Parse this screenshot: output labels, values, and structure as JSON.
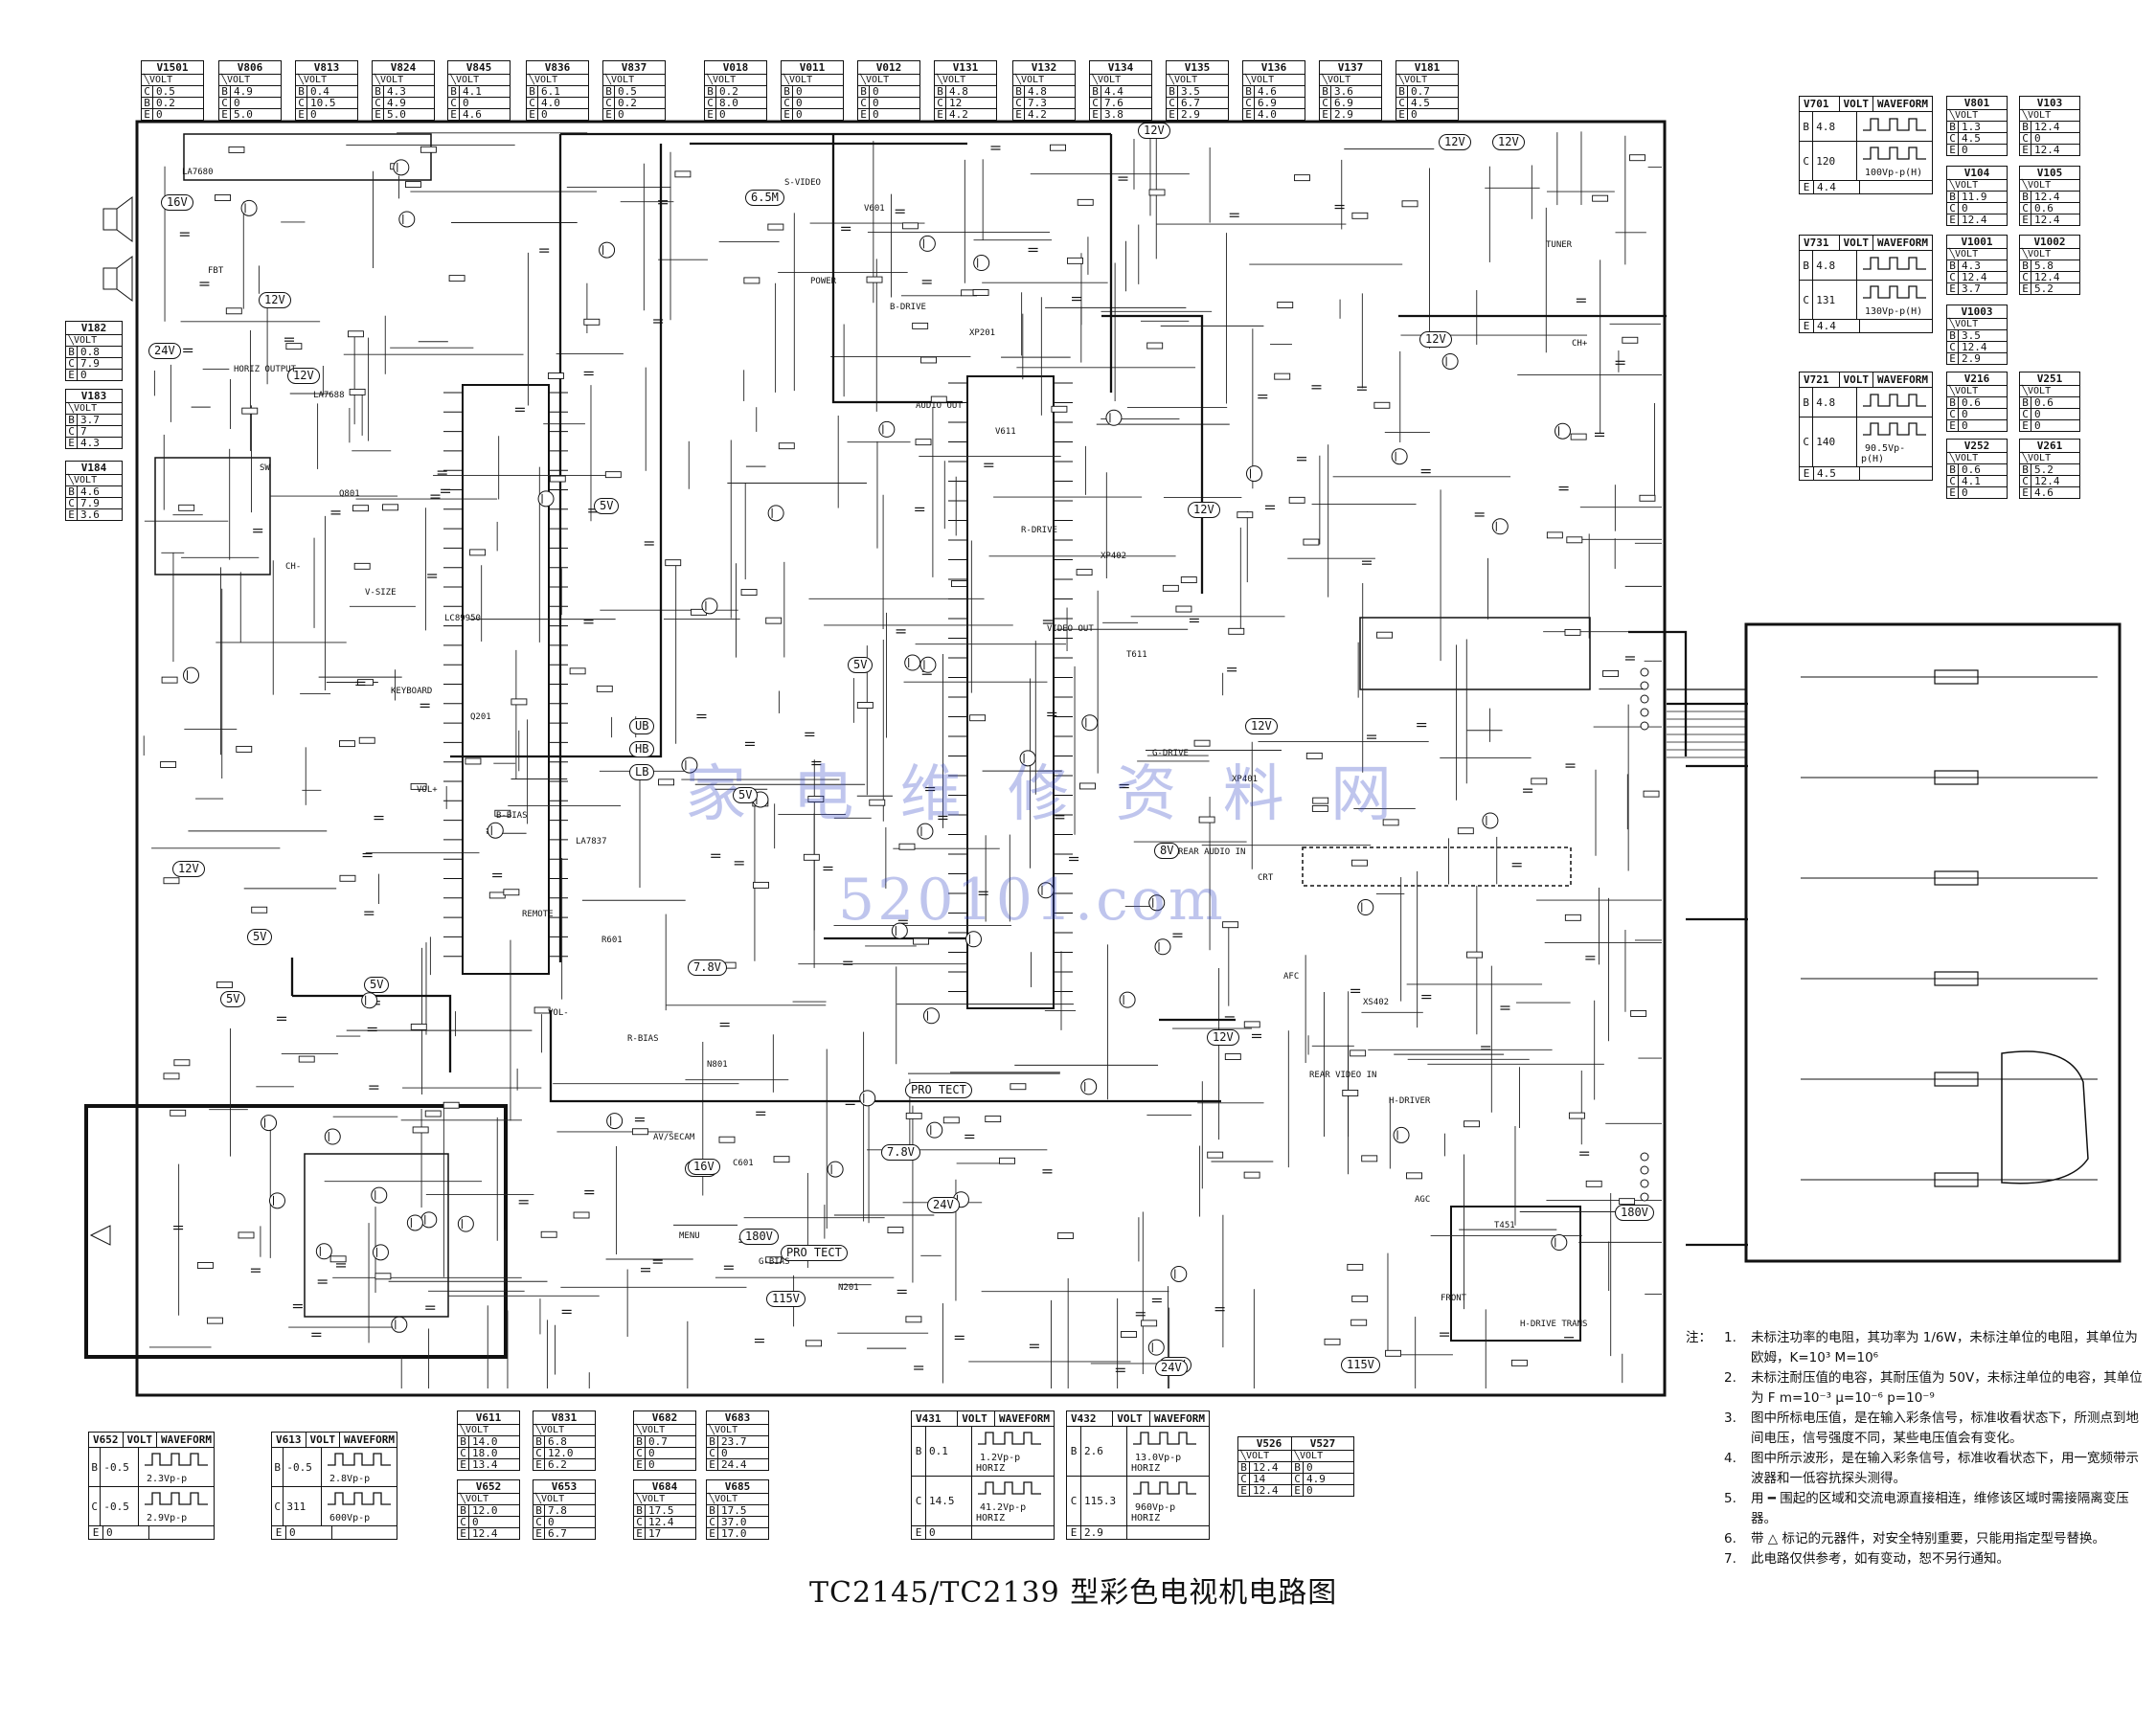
{
  "title": "TC2145/TC2139 型彩色电视机电路图",
  "watermark": {
    "cn": "家 电 维 修 资 料 网",
    "url": "520101.com"
  },
  "notes": {
    "prefix": "注：",
    "items": [
      {
        "num": "1.",
        "text": "未标注功率的电阻，其功率为 1/6W，未标注单位的电阻，其单位为欧姆，K=10³     M=10⁶"
      },
      {
        "num": "2.",
        "text": "未标注耐压值的电容，其耐压值为 50V，未标注单位的电容，其单位为 F   m=10⁻³    μ=10⁻⁶    p=10⁻⁹"
      },
      {
        "num": "3.",
        "text": "图中所标电压值，是在输入彩条信号，标准收看状态下，所测点到地间电压，信号强度不同，某些电压值会有变化。"
      },
      {
        "num": "4.",
        "text": "图中所示波形，是在输入彩条信号，标准收看状态下，用一宽频带示波器和一低容抗探头测得。"
      },
      {
        "num": "5.",
        "text": "用 ━ 围起的区域和交流电源直接相连，维修该区域时需接隔离变压器。"
      },
      {
        "num": "6.",
        "text": "带 △ 标记的元器件，对安全特别重要，只能用指定型号替换。"
      },
      {
        "num": "7.",
        "text": "此电路仅供参考，如有变动，恕不另行通知。"
      }
    ]
  },
  "voltage_tables_top": [
    {
      "id": "V1501",
      "rows": [
        [
          "C",
          "0.5"
        ],
        [
          "B",
          "0.2"
        ],
        [
          "E",
          "0"
        ]
      ]
    },
    {
      "id": "V806",
      "rows": [
        [
          "B",
          "4.9"
        ],
        [
          "C",
          "0"
        ],
        [
          "E",
          "5.0"
        ]
      ]
    },
    {
      "id": "V813",
      "rows": [
        [
          "B",
          "0.4"
        ],
        [
          "C",
          "10.5"
        ],
        [
          "E",
          "0"
        ]
      ]
    },
    {
      "id": "V824",
      "rows": [
        [
          "B",
          "4.3"
        ],
        [
          "C",
          "4.9"
        ],
        [
          "E",
          "5.0"
        ]
      ]
    },
    {
      "id": "V845",
      "rows": [
        [
          "B",
          "4.1"
        ],
        [
          "C",
          "0"
        ],
        [
          "E",
          "4.6"
        ]
      ]
    },
    {
      "id": "V836",
      "rows": [
        [
          "B",
          "6.1"
        ],
        [
          "C",
          "4.0"
        ],
        [
          "E",
          "0"
        ]
      ]
    },
    {
      "id": "V837",
      "rows": [
        [
          "B",
          "0.5"
        ],
        [
          "C",
          "0.2"
        ],
        [
          "E",
          "0"
        ]
      ]
    },
    {
      "id": "V018",
      "rows": [
        [
          "B",
          "0.2"
        ],
        [
          "C",
          "8.0"
        ],
        [
          "E",
          "0"
        ]
      ]
    },
    {
      "id": "V011",
      "rows": [
        [
          "B",
          "0"
        ],
        [
          "C",
          "0"
        ],
        [
          "E",
          "0"
        ]
      ]
    },
    {
      "id": "V012",
      "rows": [
        [
          "B",
          "0"
        ],
        [
          "C",
          "0"
        ],
        [
          "E",
          "0"
        ]
      ]
    },
    {
      "id": "V131",
      "rows": [
        [
          "B",
          "4.8"
        ],
        [
          "C",
          "12"
        ],
        [
          "E",
          "4.2"
        ]
      ]
    },
    {
      "id": "V132",
      "rows": [
        [
          "B",
          "4.8"
        ],
        [
          "C",
          "7.3"
        ],
        [
          "E",
          "4.2"
        ]
      ]
    },
    {
      "id": "V134",
      "rows": [
        [
          "B",
          "4.4"
        ],
        [
          "C",
          "7.6"
        ],
        [
          "E",
          "3.8"
        ]
      ]
    },
    {
      "id": "V135",
      "rows": [
        [
          "B",
          "3.5"
        ],
        [
          "C",
          "6.7"
        ],
        [
          "E",
          "2.9"
        ]
      ]
    },
    {
      "id": "V136",
      "rows": [
        [
          "B",
          "4.6"
        ],
        [
          "C",
          "6.9"
        ],
        [
          "E",
          "4.0"
        ]
      ]
    },
    {
      "id": "V137",
      "rows": [
        [
          "B",
          "3.6"
        ],
        [
          "C",
          "6.9"
        ],
        [
          "E",
          "2.9"
        ]
      ]
    },
    {
      "id": "V181",
      "rows": [
        [
          "B",
          "0.7"
        ],
        [
          "C",
          "4.5"
        ],
        [
          "E",
          "0"
        ]
      ]
    }
  ],
  "voltage_tables_left": [
    {
      "id": "V182",
      "rows": [
        [
          "B",
          "0.8"
        ],
        [
          "C",
          "7.9"
        ],
        [
          "E",
          "0"
        ]
      ]
    },
    {
      "id": "V183",
      "rows": [
        [
          "B",
          "3.7"
        ],
        [
          "C",
          "7"
        ],
        [
          "E",
          "4.3"
        ]
      ]
    },
    {
      "id": "V184",
      "rows": [
        [
          "B",
          "4.6"
        ],
        [
          "C",
          "7.9"
        ],
        [
          "E",
          "3.6"
        ]
      ]
    }
  ],
  "voltage_tables_right": [
    {
      "id": "V801",
      "rows": [
        [
          "B",
          "1.3"
        ],
        [
          "C",
          "4.5"
        ],
        [
          "E",
          "0"
        ]
      ]
    },
    {
      "id": "V103",
      "rows": [
        [
          "B",
          "12.4"
        ],
        [
          "C",
          "0"
        ],
        [
          "E",
          "12.4"
        ]
      ]
    },
    {
      "id": "V104",
      "rows": [
        [
          "B",
          "11.9"
        ],
        [
          "C",
          "0"
        ],
        [
          "E",
          "12.4"
        ]
      ]
    },
    {
      "id": "V105",
      "rows": [
        [
          "B",
          "12.4"
        ],
        [
          "C",
          "0.6"
        ],
        [
          "E",
          "12.4"
        ]
      ]
    },
    {
      "id": "V1001",
      "rows": [
        [
          "B",
          "4.3"
        ],
        [
          "C",
          "12.4"
        ],
        [
          "E",
          "3.7"
        ]
      ]
    },
    {
      "id": "V1002",
      "rows": [
        [
          "B",
          "5.8"
        ],
        [
          "C",
          "12.4"
        ],
        [
          "E",
          "5.2"
        ]
      ]
    },
    {
      "id": "V1003",
      "rows": [
        [
          "B",
          "3.5"
        ],
        [
          "C",
          "12.4"
        ],
        [
          "E",
          "2.9"
        ]
      ]
    },
    {
      "id": "V216",
      "rows": [
        [
          "B",
          "0.6"
        ],
        [
          "C",
          "0"
        ],
        [
          "E",
          "0"
        ]
      ]
    },
    {
      "id": "V251",
      "rows": [
        [
          "B",
          "0.6"
        ],
        [
          "C",
          "0"
        ],
        [
          "E",
          "0"
        ]
      ]
    },
    {
      "id": "V252",
      "rows": [
        [
          "B",
          "0.6"
        ],
        [
          "C",
          "4.1"
        ],
        [
          "E",
          "0"
        ]
      ]
    },
    {
      "id": "V261",
      "rows": [
        [
          "B",
          "5.2"
        ],
        [
          "C",
          "12.4"
        ],
        [
          "E",
          "4.6"
        ]
      ]
    }
  ],
  "voltage_tables_bottom": [
    {
      "id": "V611",
      "rows": [
        [
          "B",
          "14.0"
        ],
        [
          "C",
          "18.0"
        ],
        [
          "E",
          "13.4"
        ]
      ]
    },
    {
      "id": "V831",
      "rows": [
        [
          "B",
          "6.8"
        ],
        [
          "C",
          "12.0"
        ],
        [
          "E",
          "6.2"
        ]
      ]
    },
    {
      "id": "V652",
      "rows": [
        [
          "B",
          "12.0"
        ],
        [
          "C",
          "0"
        ],
        [
          "E",
          "12.4"
        ]
      ]
    },
    {
      "id": "V653",
      "rows": [
        [
          "B",
          "7.8"
        ],
        [
          "C",
          "0"
        ],
        [
          "E",
          "6.7"
        ]
      ]
    },
    {
      "id": "V682",
      "rows": [
        [
          "B",
          "0.7"
        ],
        [
          "C",
          "0"
        ],
        [
          "E",
          "0"
        ]
      ]
    },
    {
      "id": "V683",
      "rows": [
        [
          "B",
          "23.7"
        ],
        [
          "C",
          "0"
        ],
        [
          "E",
          "24.4"
        ]
      ]
    },
    {
      "id": "V684",
      "rows": [
        [
          "B",
          "17.5"
        ],
        [
          "C",
          "12.4"
        ],
        [
          "E",
          "17"
        ]
      ]
    },
    {
      "id": "V685",
      "rows": [
        [
          "B",
          "17.5"
        ],
        [
          "C",
          "37.0"
        ],
        [
          "E",
          "17.0"
        ]
      ]
    },
    {
      "id": "V526",
      "rows": [
        [
          "B",
          "12.4"
        ],
        [
          "C",
          "14"
        ],
        [
          "E",
          "12.4"
        ]
      ]
    },
    {
      "id": "V527",
      "rows": [
        [
          "B",
          "0"
        ],
        [
          "C",
          "4.9"
        ],
        [
          "E",
          "0"
        ]
      ]
    }
  ],
  "waveform_tables": [
    {
      "id": "V701",
      "rows": [
        [
          "B",
          "4.8",
          ""
        ],
        [
          "C",
          "120",
          "100Vp-p(H)"
        ],
        [
          "E",
          "4.4",
          ""
        ]
      ]
    },
    {
      "id": "V731",
      "rows": [
        [
          "B",
          "4.8",
          ""
        ],
        [
          "C",
          "131",
          "130Vp-p(H)"
        ],
        [
          "E",
          "4.4",
          ""
        ]
      ]
    },
    {
      "id": "V721",
      "rows": [
        [
          "B",
          "4.8",
          ""
        ],
        [
          "C",
          "140",
          "90.5Vp-p(H)"
        ],
        [
          "E",
          "4.5",
          ""
        ]
      ]
    },
    {
      "id": "V652",
      "rows": [
        [
          "B",
          "-0.5",
          "2.3Vp-p"
        ],
        [
          "C",
          "-0.5",
          "2.9Vp-p"
        ],
        [
          "E",
          "0",
          ""
        ]
      ]
    },
    {
      "id": "V613",
      "rows": [
        [
          "B",
          "-0.5",
          "2.8Vp-p"
        ],
        [
          "C",
          "311",
          "600Vp-p"
        ],
        [
          "E",
          "0",
          ""
        ]
      ]
    },
    {
      "id": "V431",
      "rows": [
        [
          "B",
          "0.1",
          "1.2Vp-p HORIZ"
        ],
        [
          "C",
          "14.5",
          "41.2Vp-p HORIZ"
        ],
        [
          "E",
          "0",
          ""
        ]
      ]
    },
    {
      "id": "V432",
      "rows": [
        [
          "B",
          "2.6",
          "13.0Vp-p HORIZ"
        ],
        [
          "C",
          "115.3",
          "960Vp-p HORIZ"
        ],
        [
          "E",
          "2.9",
          ""
        ]
      ]
    }
  ],
  "waveform_header": {
    "volt": "VOLT",
    "wave": "WAVEFORM"
  },
  "rails": [
    "16V",
    "12V",
    "24V",
    "12V",
    "12V",
    "5V",
    "5V",
    "12V",
    "6.5M",
    "16V",
    "12V",
    "12V",
    "12V",
    "12V",
    "5V",
    "5V",
    "7.8V",
    "5V",
    "UB",
    "HB",
    "LB",
    "5V",
    "12V",
    "7.8V",
    "16V",
    "24V",
    "180V",
    "115V",
    "115V",
    "24V",
    "180V",
    "PRO TECT",
    "PRO TECT",
    "12V",
    "8V",
    "24V"
  ],
  "part_labels": [
    "LA7680",
    "LA7688",
    "LC89950",
    "LA7837",
    "N801",
    "N201",
    "XP201",
    "XP402",
    "XP401",
    "XS402",
    "T451",
    "FBT",
    "Q801",
    "Q201",
    "R601",
    "C601",
    "V601",
    "V611",
    "T611",
    "CRT",
    "H-DRIVER",
    "H-DRIVE TRANS",
    "HORIZ OUTPUT",
    "V-SIZE",
    "B-BIAS",
    "R-BIAS",
    "G-BIAS",
    "B-DRIVE",
    "R-DRIVE",
    "G-DRIVE",
    "AFC",
    "AGC",
    "TUNER",
    "SW",
    "KEYBOARD",
    "REMOTE",
    "AV/SECAM",
    "S-VIDEO",
    "AUDIO OUT",
    "VIDEO OUT",
    "REAR AUDIO IN",
    "REAR VIDEO IN",
    "FRONT",
    "CH+",
    "CH-",
    "VOL+",
    "VOL-",
    "MENU",
    "POWER"
  ]
}
